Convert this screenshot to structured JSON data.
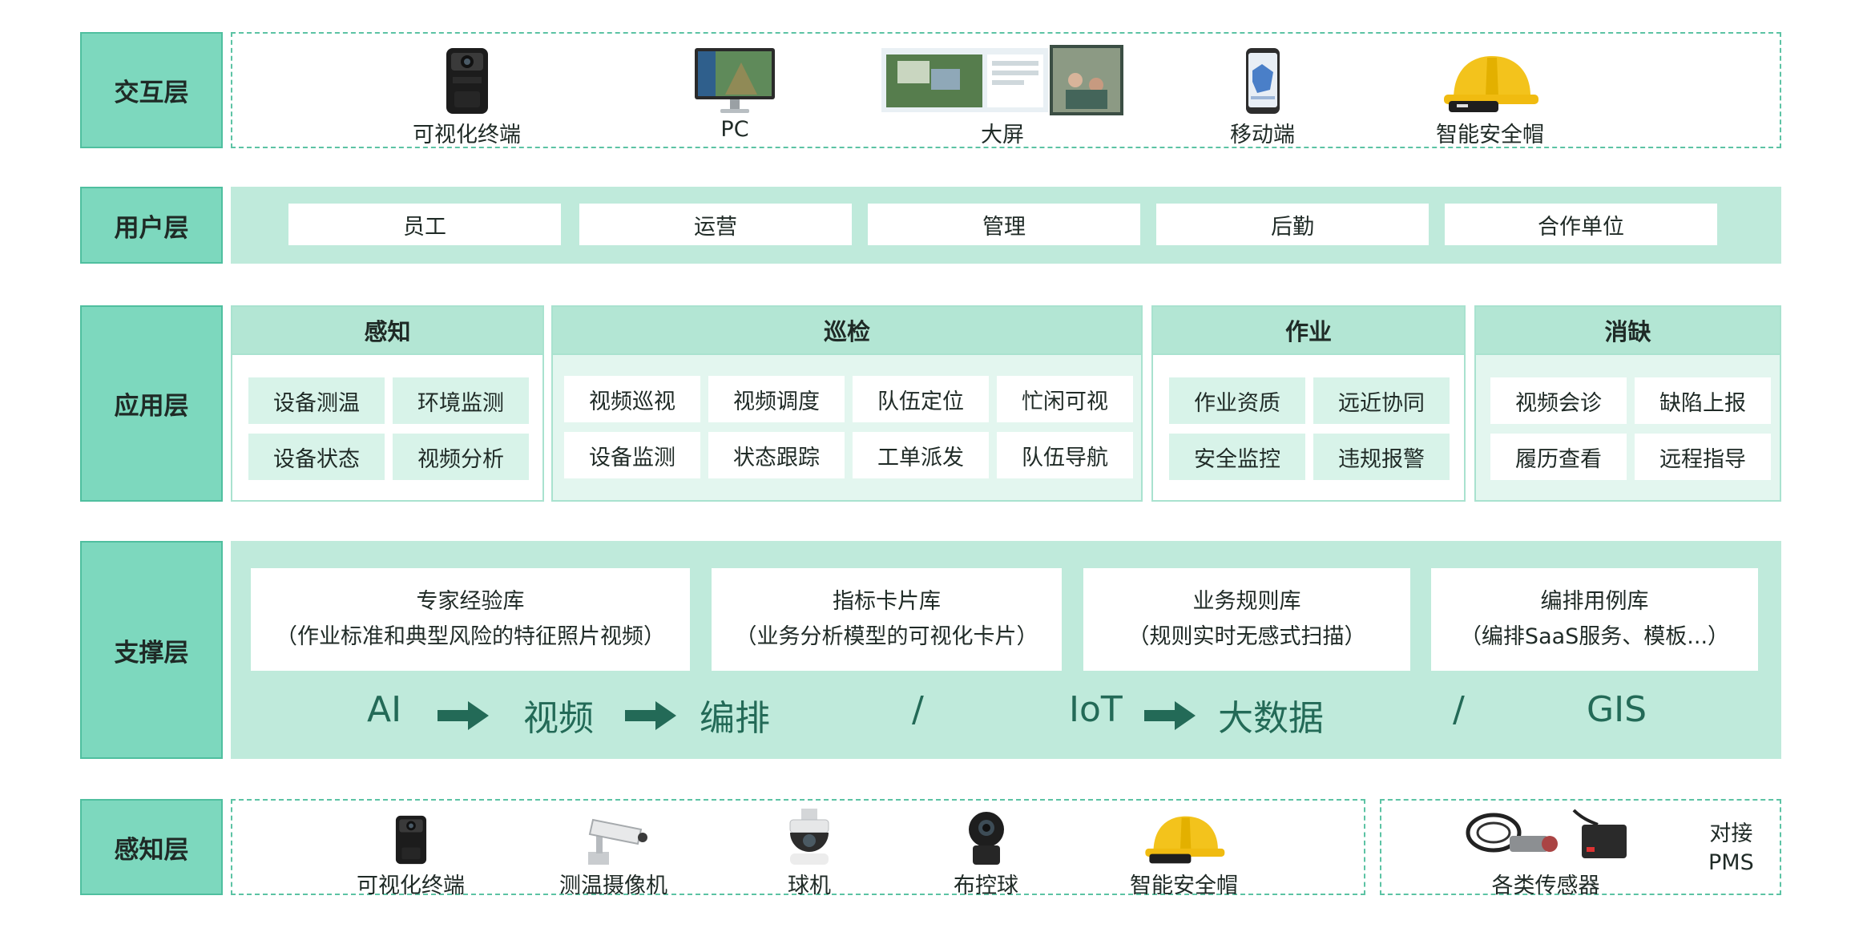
{
  "layers": {
    "interaction": "交互层",
    "user": "用户层",
    "application": "应用层",
    "support": "支撑层",
    "perception": "感知层"
  },
  "interaction_devices": [
    {
      "label": "可视化终端",
      "icon": "body-camera-icon"
    },
    {
      "label": "PC",
      "icon": "monitor-icon"
    },
    {
      "label": "大屏",
      "icon": "large-screen-icon"
    },
    {
      "label": "移动端",
      "icon": "mobile-phone-icon"
    },
    {
      "label": "智能安全帽",
      "icon": "safety-helmet-icon"
    }
  ],
  "users": [
    "员工",
    "运营",
    "管理",
    "后勤",
    "合作单位"
  ],
  "applications": [
    {
      "title": "感知",
      "items": [
        "设备测温",
        "环境监测",
        "设备状态",
        "视频分析"
      ]
    },
    {
      "title": "巡检",
      "items": [
        "视频巡视",
        "视频调度",
        "队伍定位",
        "忙闲可视",
        "设备监测",
        "状态跟踪",
        "工单派发",
        "队伍导航"
      ]
    },
    {
      "title": "作业",
      "items": [
        "作业资质",
        "远近协同",
        "安全监控",
        "违规报警"
      ]
    },
    {
      "title": "消缺",
      "items": [
        "视频会诊",
        "缺陷上报",
        "履历查看",
        "远程指导"
      ]
    }
  ],
  "libraries": [
    {
      "title": "专家经验库",
      "desc": "（作业标准和典型风险的特征照片视频）"
    },
    {
      "title": "指标卡片库",
      "desc": "（业务分析模型的可视化卡片）"
    },
    {
      "title": "业务规则库",
      "desc": "（规则实时无感式扫描）"
    },
    {
      "title": "编排用例库",
      "desc": "（编排SaaS服务、模板...）"
    }
  ],
  "flow": {
    "ai": "AI",
    "video": "视频",
    "orchestration": "编排",
    "sep1": "/",
    "iot": "IoT",
    "bigdata": "大数据",
    "sep2": "/",
    "gis": "GIS"
  },
  "perception_devices": [
    {
      "label": "可视化终端",
      "icon": "body-camera-icon"
    },
    {
      "label": "测温摄像机",
      "icon": "thermal-camera-icon"
    },
    {
      "label": "球机",
      "icon": "dome-camera-icon"
    },
    {
      "label": "布控球",
      "icon": "deploy-ball-camera-icon"
    },
    {
      "label": "智能安全帽",
      "icon": "safety-helmet-icon"
    }
  ],
  "sensors": {
    "label": "各类传感器",
    "icon": "sensor-icon",
    "pms_line1": "对接",
    "pms_line2": "PMS"
  },
  "colors": {
    "label_bg": "#7dd8be",
    "layer_bg": "#bfeadb",
    "header_bg": "#b3e6d4",
    "flow_text": "#236a57",
    "arrow": "#236a57"
  }
}
